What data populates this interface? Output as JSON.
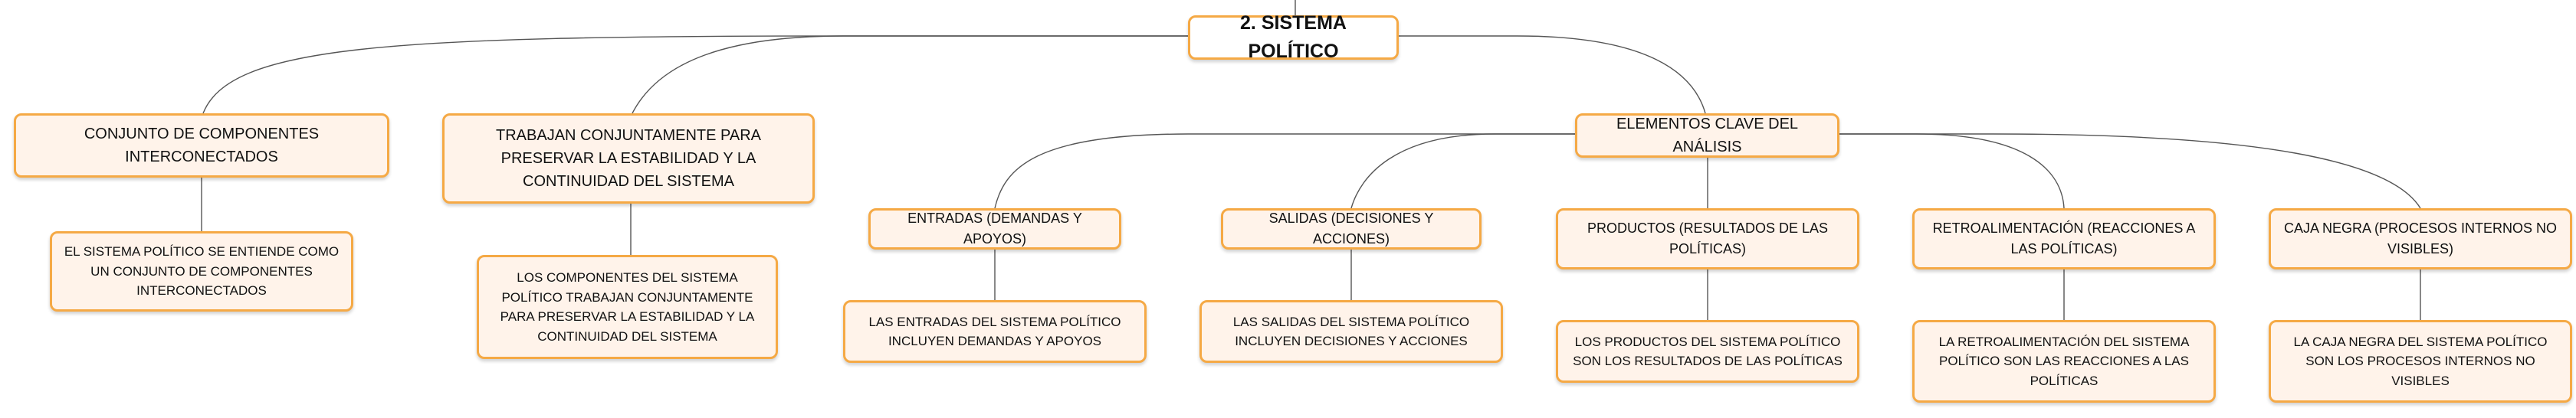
{
  "colors": {
    "node_fill": "#fff3ea",
    "node_border": "#f5a945",
    "root_fill": "#ffffff",
    "connector": "#555555"
  },
  "root": {
    "label": "2. SISTEMA POLÍTICO"
  },
  "branches": [
    {
      "label": "CONJUNTO DE COMPONENTES INTERCONECTADOS",
      "detail": "EL SISTEMA POLÍTICO SE ENTIENDE COMO UN CONJUNTO DE COMPONENTES INTERCONECTADOS"
    },
    {
      "label": "TRABAJAN CONJUNTAMENTE PARA PRESERVAR LA ESTABILIDAD Y LA CONTINUIDAD DEL SISTEMA",
      "detail": "LOS COMPONENTES DEL SISTEMA POLÍTICO TRABAJAN CONJUNTAMENTE PARA PRESERVAR LA ESTABILIDAD Y LA CONTINUIDAD DEL SISTEMA"
    },
    {
      "label": "ELEMENTOS CLAVE DEL ANÁLISIS",
      "children": [
        {
          "label": "ENTRADAS (DEMANDAS Y APOYOS)",
          "detail": "LAS ENTRADAS DEL SISTEMA POLÍTICO INCLUYEN DEMANDAS Y APOYOS"
        },
        {
          "label": "SALIDAS (DECISIONES Y ACCIONES)",
          "detail": "LAS SALIDAS DEL SISTEMA POLÍTICO INCLUYEN DECISIONES Y ACCIONES"
        },
        {
          "label": "PRODUCTOS (RESULTADOS DE LAS POLÍTICAS)",
          "detail": "LOS PRODUCTOS DEL SISTEMA POLÍTICO SON LOS RESULTADOS DE LAS POLÍTICAS"
        },
        {
          "label": "RETROALIMENTACIÓN (REACCIONES A LAS POLÍTICAS)",
          "detail": "LA RETROALIMENTACIÓN DEL SISTEMA POLÍTICO SON LAS REACCIONES A LAS POLÍTICAS"
        },
        {
          "label": "CAJA NEGRA (PROCESOS INTERNOS NO VISIBLES)",
          "detail": "LA CAJA NEGRA DEL SISTEMA POLÍTICO SON LOS PROCESOS INTERNOS NO VISIBLES"
        }
      ]
    }
  ]
}
